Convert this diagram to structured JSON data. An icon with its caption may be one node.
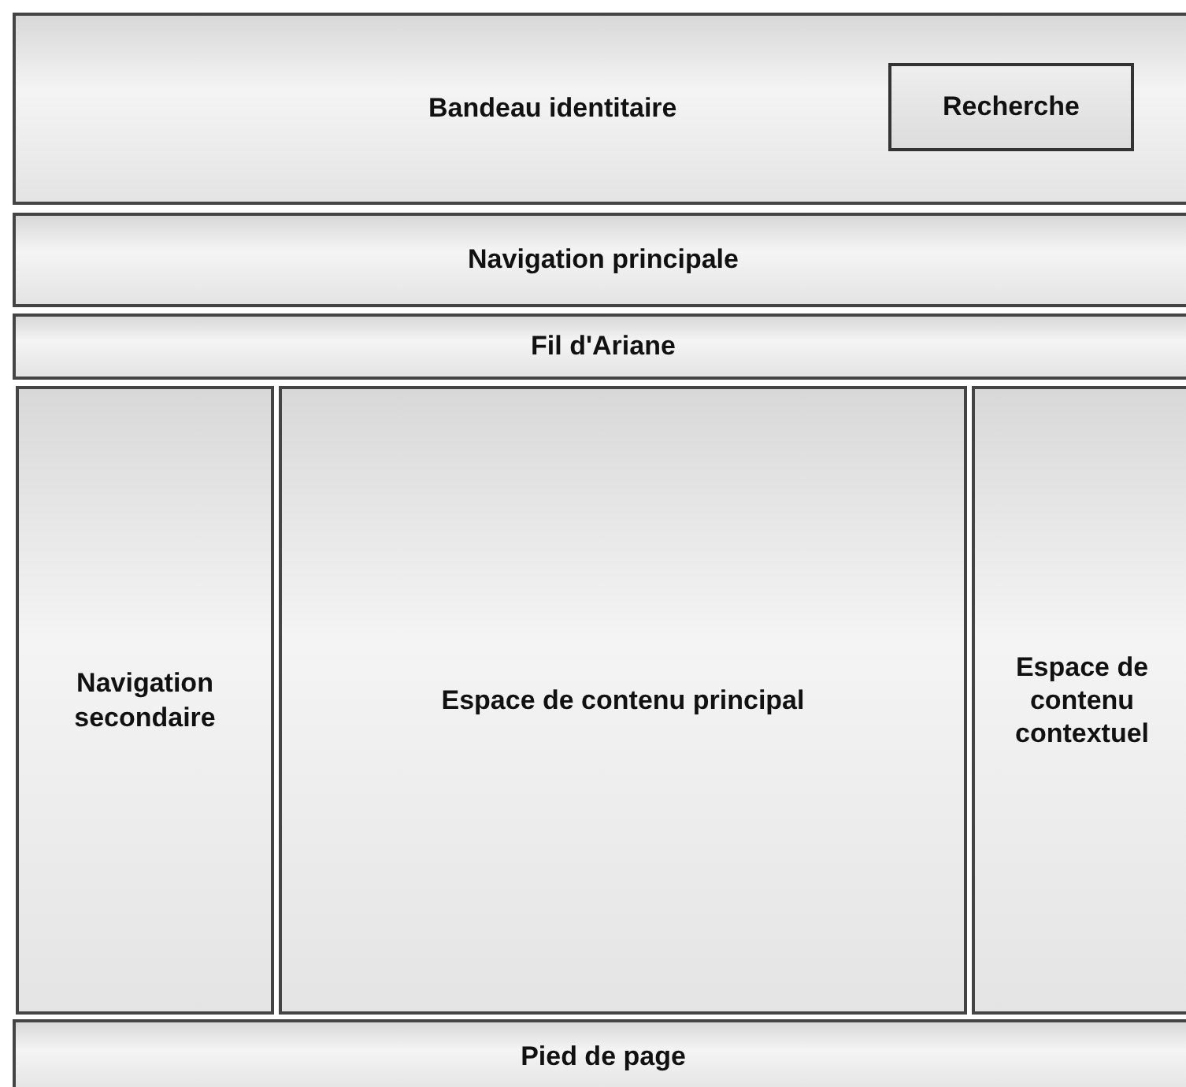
{
  "diagram": {
    "nodes": [
      {
        "text": [
          "Bandeau identitaire"
        ]
      },
      {
        "text": [
          "Recherche"
        ],
        "in": 0
      },
      {
        "text": [
          "Navigation principale"
        ]
      },
      {
        "text": [
          "Fil d'Ariane"
        ]
      },
      {
        "text": [
          "Navigation secondaire"
        ]
      },
      {
        "text": [
          "Espace de contenu principal"
        ]
      },
      {
        "text": [
          "Espace de contenu contextuel"
        ]
      },
      {
        "text": [
          "Pied de page"
        ]
      }
    ],
    "edges": []
  }
}
